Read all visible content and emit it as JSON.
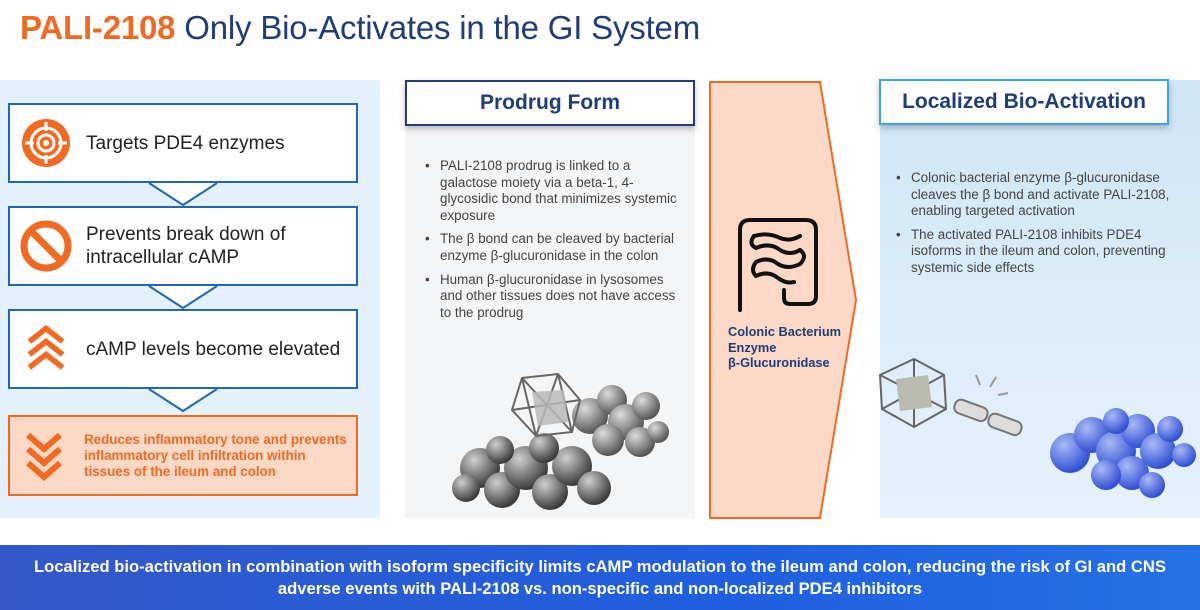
{
  "title": {
    "brand": "PALI-2108",
    "rest": " Only Bio-Activates in the GI System"
  },
  "left_steps": [
    {
      "text": "Targets PDE4 enzymes",
      "icon": "target-icon"
    },
    {
      "text": "Prevents break down of intracellular cAMP",
      "icon": "prohibited-icon"
    },
    {
      "text": "cAMP levels become elevated",
      "icon": "chevron-up-icon"
    }
  ],
  "left_result": {
    "text": "Reduces inflammatory tone and prevents inflammatory cell infiltration within tissues of the ileum and colon",
    "icon": "chevron-down-icon"
  },
  "prodrug": {
    "header": "Prodrug Form",
    "bullets": [
      "PALI-2108 prodrug is linked to a galactose moiety via a beta-1, 4-glycosidic bond that minimizes systemic exposure",
      "The β bond can be cleaved by bacterial enzyme β-glucuronidase in the colon",
      "Human β-glucuronidase in lysosomes and other tissues does not have access to the prodrug"
    ]
  },
  "arrow": {
    "label_lines": [
      "Colonic Bacterium",
      "Enzyme",
      "β-Glucuronidase"
    ],
    "icon": "intestine-icon"
  },
  "bio_activation": {
    "header": "Localized Bio-Activation",
    "bullets": [
      "Colonic bacterial enzyme β-glucuronidase cleaves the β bond and activate PALI-2108, enabling targeted activation",
      "The activated PALI-2108 inhibits PDE4 isoforms in the ileum and colon, preventing systemic side effects"
    ]
  },
  "footer": "Localized bio-activation in combination with isoform specificity limits cAMP modulation to the ileum and colon, reducing the risk of GI and CNS adverse events with PALI-2108 vs. non-specific and non-localized PDE4 inhibitors",
  "colors": {
    "orange": "#f26a21",
    "navy": "#1f3d7a",
    "blue": "#2266b7",
    "footer_blue": "#1f5fe0",
    "light_blue": "#e3f1fa",
    "peach": "#fbd9c6"
  }
}
